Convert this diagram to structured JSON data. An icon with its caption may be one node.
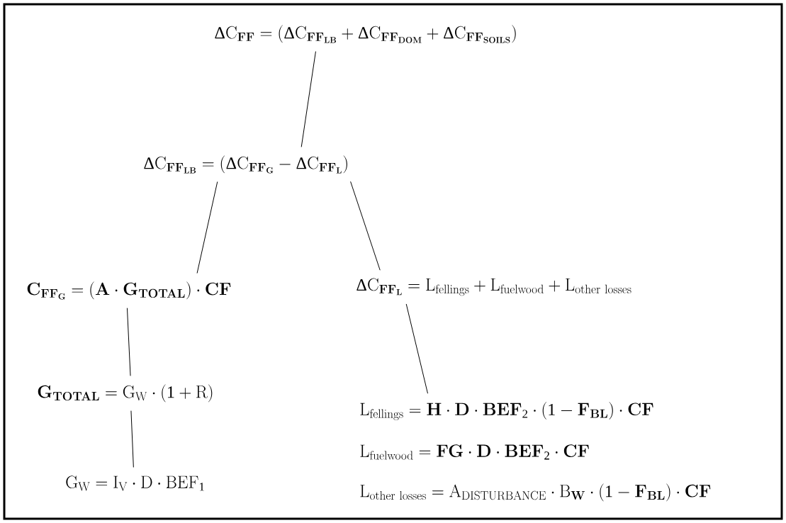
{
  "diagram": {
    "nodes": [
      {
        "text": [
          "\\Delta \\mathrm{C}_{\\mathbf{FF}} = (\\Delta \\mathrm{C}_{\\mathbf{FF}_{\\mathbf{LB}}} + \\Delta \\mathrm{C}_{\\mathbf{FF}_{\\mathbf{DOM}}} + \\Delta \\mathrm{C}_{\\mathbf{FF}_{\\mathbf{SOILS}}})"
        ]
      },
      {
        "text": [
          "\\Delta \\mathrm{C}_{\\mathbf{FF}_{\\mathbf{LB}}} = (\\Delta \\mathrm{C}_{\\mathbf{FF}_{\\mathbf{G}}} - \\Delta \\mathrm{C}_{\\mathbf{FF}_{\\mathbf{L}}})"
        ]
      },
      {
        "text": [
          "\\mathbf{C}_{\\mathbf{FF}_{\\mathbf{G}}} = (\\mathbf{A} \\cdot \\mathbf{G}_{\\mathbf{TOTAL}}) \\cdot \\mathbf{CF}"
        ]
      },
      {
        "text": [
          "\\Delta \\mathrm{C}_{\\mathbf{FF}_{\\mathbf{L}}} = \\mathrm{L}_{\\mathrm{fellings}} + \\mathrm{L}_{\\mathrm{fuelwood}} + \\mathrm{L}_{\\mathrm{other\\ losses}}"
        ]
      },
      {
        "text": [
          "\\mathbf{G}_{\\mathbf{TOTAL}} = \\mathrm{G}_{\\mathrm{W}} \\cdot (1 + \\mathrm{R})"
        ]
      },
      {
        "text": [
          "\\mathrm{G}_{\\mathrm{W}} = \\mathrm{I}_{\\mathrm{V}} \\cdot \\mathrm{D} \\cdot \\mathrm{BEF}_{1}"
        ]
      },
      {
        "text": [
          "\\mathrm{L}_{\\mathrm{fellings}} = \\mathbf{H} \\cdot \\mathbf{D} \\cdot \\mathbf{BEF}_{\\mathbf{2}} \\cdot (1 - \\mathbf{F}_{\\mathbf{BL}}) \\cdot \\mathbf{CF}"
        ]
      }
    ],
    "edges": [
      {
        "from": 0,
        "to": 1,
        "arrow": "none"
      },
      {
        "from": 1,
        "to": 2,
        "arrow": "none"
      },
      {
        "from": 1,
        "to": 3,
        "arrow": "none"
      },
      {
        "from": 2,
        "to": 4,
        "arrow": "none"
      },
      {
        "from": 4,
        "to": 5,
        "arrow": "none"
      },
      {
        "from": 3,
        "to": 6,
        "arrow": "none"
      }
    ],
    "labels": [
      "\\mathrm{L}_{\\mathrm{fuelwood}} = \\mathbf{FG} \\cdot \\mathbf{D} \\cdot \\mathbf{BEF}_{\\mathbf{2}} \\cdot \\mathbf{CF}",
      "\\mathrm{L}_{\\mathrm{other\\ losses}} = \\mathrm{A}_{\\mathrm{DISTURBANCE}} \\cdot \\mathrm{B}_{\\mathbf{W}} \\cdot (1 - \\mathbf{F}_{\\mathbf{BL}}) \\cdot \\mathbf{CF}"
    ]
  }
}
